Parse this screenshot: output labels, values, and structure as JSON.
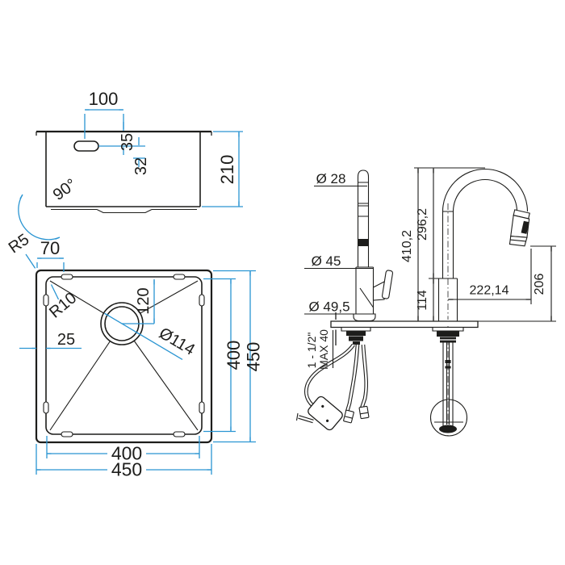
{
  "colors": {
    "dimension_blue": "#2a95d2",
    "ink": "#1d1d1b",
    "background": "#ffffff"
  },
  "sink_side_view": {
    "slot_spacing": "100",
    "rim_to_slot": "35",
    "slot_to_ref": "32",
    "bowl_depth": "210",
    "wall_angle": "90°"
  },
  "sink_top_view": {
    "corner_radius_outer": "R5",
    "edge_offset": "70",
    "corner_radius_inner": "R10",
    "drain_offset": "120",
    "drain_diameter": "Ø114",
    "rim_width": "25",
    "bowl_width": "400",
    "overall_width": "450",
    "bowl_length": "400",
    "overall_length": "450"
  },
  "faucet": {
    "spout_diameter": "Ø 28",
    "body_diameter": "Ø 45",
    "base_diameter": "Ø 49,5",
    "total_height": "410,2",
    "spout_height": "296,2",
    "base_height": "114",
    "spout_reach": "222,14",
    "outlet_height": "206",
    "connection_thread": "1 - 1/2\"",
    "max_deck_thickness": "MAX 40"
  }
}
